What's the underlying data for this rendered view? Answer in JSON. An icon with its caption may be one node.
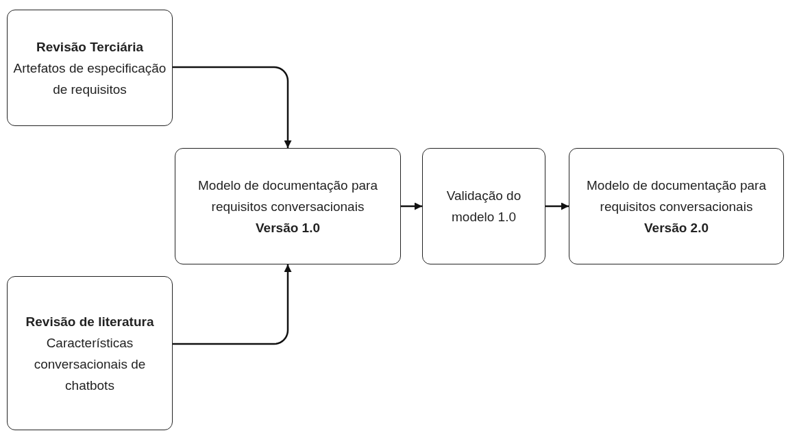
{
  "diagram": {
    "nodes": [
      {
        "text": [
          "Revisão Terciária",
          "Artefatos de especificação de requisitos"
        ]
      },
      {
        "text": [
          "Revisão de literatura",
          "Características conversacionais de chatbots"
        ]
      },
      {
        "text": [
          "Modelo de documentação para requisitos conversacionais",
          "Versão 1.0"
        ]
      },
      {
        "text": [
          "Validação do modelo 1.0"
        ]
      },
      {
        "text": [
          "Modelo de documentação para requisitos conversacionais",
          "Versão 2.0"
        ]
      }
    ],
    "edges": [
      {
        "from": 0,
        "to": 2,
        "arrow": "to"
      },
      {
        "from": 1,
        "to": 2,
        "arrow": "to"
      },
      {
        "from": 2,
        "to": 3,
        "arrow": "to"
      },
      {
        "from": 3,
        "to": 4,
        "arrow": "to"
      }
    ]
  }
}
